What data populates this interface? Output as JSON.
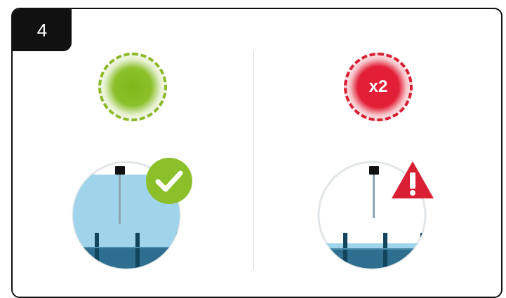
{
  "step": {
    "number": "4"
  },
  "panels": {
    "left": {
      "indicator": {
        "state": "normal",
        "color": "#8bc02a"
      },
      "scene": {
        "water_level": 0.78,
        "fill_color": "#9fd4eb",
        "base_color": "#2e6f8f"
      },
      "status_icon": {
        "name": "checkmark-icon",
        "color": "#8bc02a"
      }
    },
    "right": {
      "indicator": {
        "state": "error",
        "label": "x2",
        "color": "#e21f36"
      },
      "scene": {
        "water_level": 0.24,
        "fill_color": "#9fd4eb",
        "base_color": "#2e6f8f"
      },
      "status_icon": {
        "name": "warning-icon",
        "color": "#d91f34"
      }
    }
  }
}
